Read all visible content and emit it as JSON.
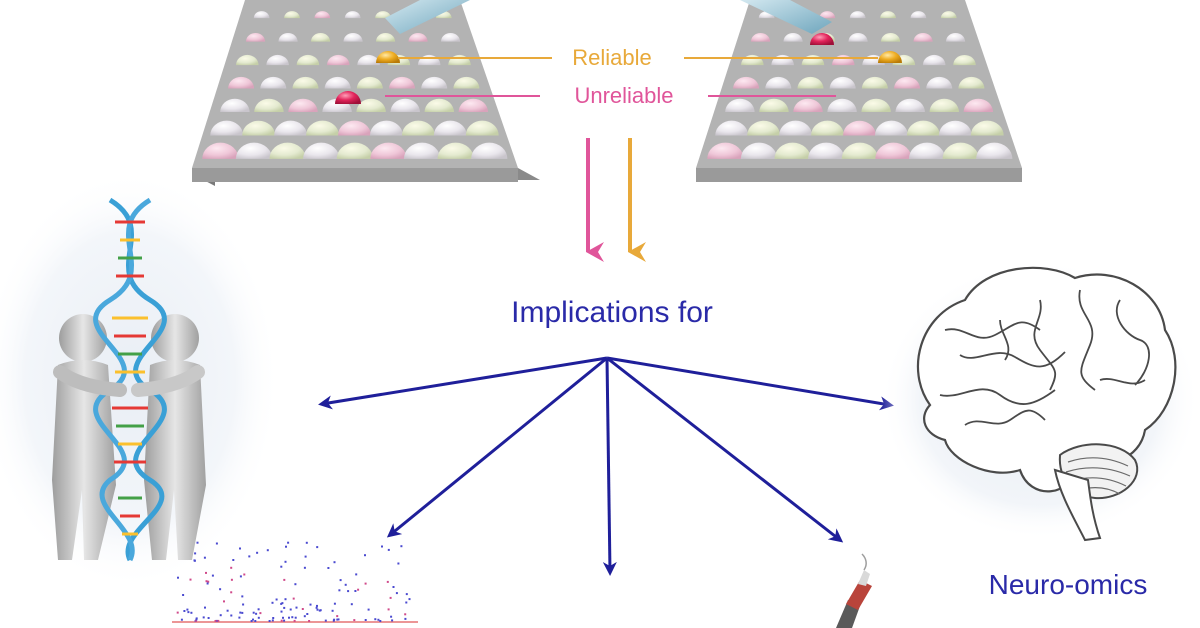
{
  "diagram": {
    "legend": {
      "reliable_label": "Reliable",
      "unreliable_label": "Unreliable"
    },
    "center_label": "Implications for",
    "bottom_right_label": "Neuro-omics",
    "colors": {
      "reliable": "#e8a93a",
      "unreliable": "#e0559a",
      "arrow": "#1f1f9a",
      "text_blue": "#2a2aa8",
      "panel": "#a8a8a8",
      "panel_edge": "#8d8d8d",
      "needle": "#7fb4c8"
    },
    "icons": {
      "left_figure": "dna-people-icon",
      "right_figure": "brain-icon",
      "bottom_left_figure": "scatter-plot-icon",
      "bottom_right_figure": "pipette-icon"
    }
  }
}
